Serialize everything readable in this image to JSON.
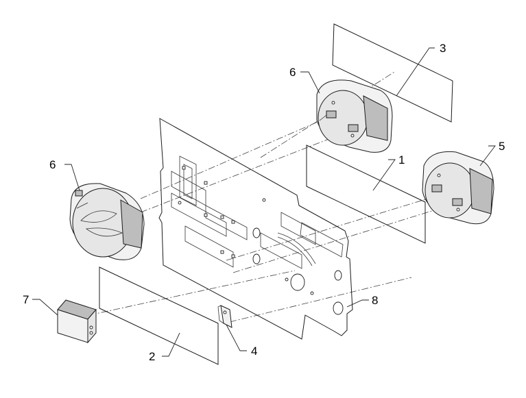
{
  "labels": {
    "part1": "1",
    "part2": "2",
    "part3": "3",
    "part4": "4",
    "part5": "5",
    "part6_top": "6",
    "part6_left": "6",
    "part7": "7",
    "part8": "8"
  }
}
